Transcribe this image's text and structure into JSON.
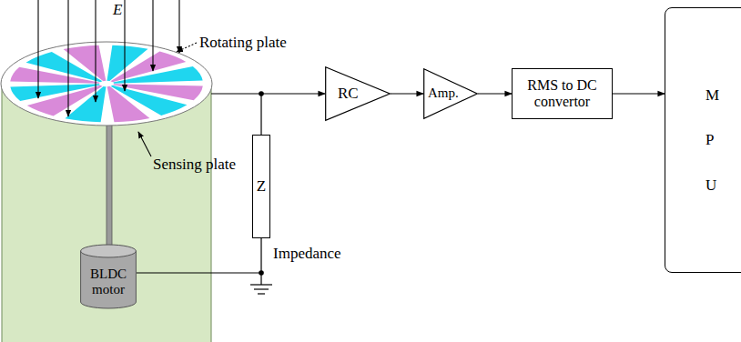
{
  "diagram": {
    "nodes": [
      {
        "text": [
          "BLDC motor"
        ]
      },
      {
        "text": [
          "Z"
        ]
      },
      {
        "text": [
          "RC"
        ]
      },
      {
        "text": [
          "Amp."
        ]
      },
      {
        "text": [
          "RMS to DC convertor"
        ]
      },
      {
        "text": [
          "M P U"
        ]
      }
    ],
    "edges": [
      {
        "from": 0,
        "to": 1,
        "arrow": "none"
      },
      {
        "from": 2,
        "to": 3,
        "arrow": "to"
      },
      {
        "from": 3,
        "to": 4,
        "arrow": "to"
      },
      {
        "from": 4,
        "to": 5,
        "arrow": "to"
      }
    ],
    "labels": [
      "E",
      "Rotating plate",
      "Sensing plate",
      "Impedance"
    ]
  }
}
